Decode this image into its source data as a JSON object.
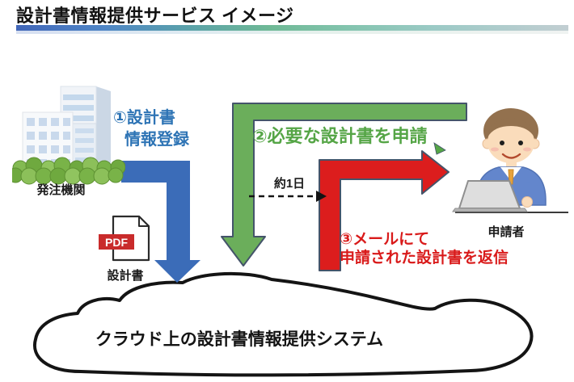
{
  "title": "設計書情報提供サービス  イメージ",
  "orderer": {
    "label": "発注機関"
  },
  "applicant": {
    "label": "申請者"
  },
  "document": {
    "badge": "PDF",
    "label": "設計書"
  },
  "steps": {
    "register": {
      "line1": "①設計書",
      "line2": "情報登録"
    },
    "request": {
      "label": "②必要な設計書を申請"
    },
    "reply": {
      "line1": "③メールにて",
      "line2": "申請された設計書を返信"
    }
  },
  "duration": {
    "label": "約1日"
  },
  "cloud": {
    "label": "クラウド上の設計書情報提供システム"
  },
  "colors": {
    "step_register_text": "#2E74B5",
    "step_request_text": "#55A546",
    "step_reply_text": "#D91A1A",
    "blue_arrow": "#3B6CB8",
    "green_arrow": "#6BAE5B",
    "red_arrow": "#DC1D1D",
    "arrow_border": "#44546A",
    "accent_left": "#4166B8",
    "accent_mid": "#6FB996",
    "accent_right": "#C2CED2"
  }
}
